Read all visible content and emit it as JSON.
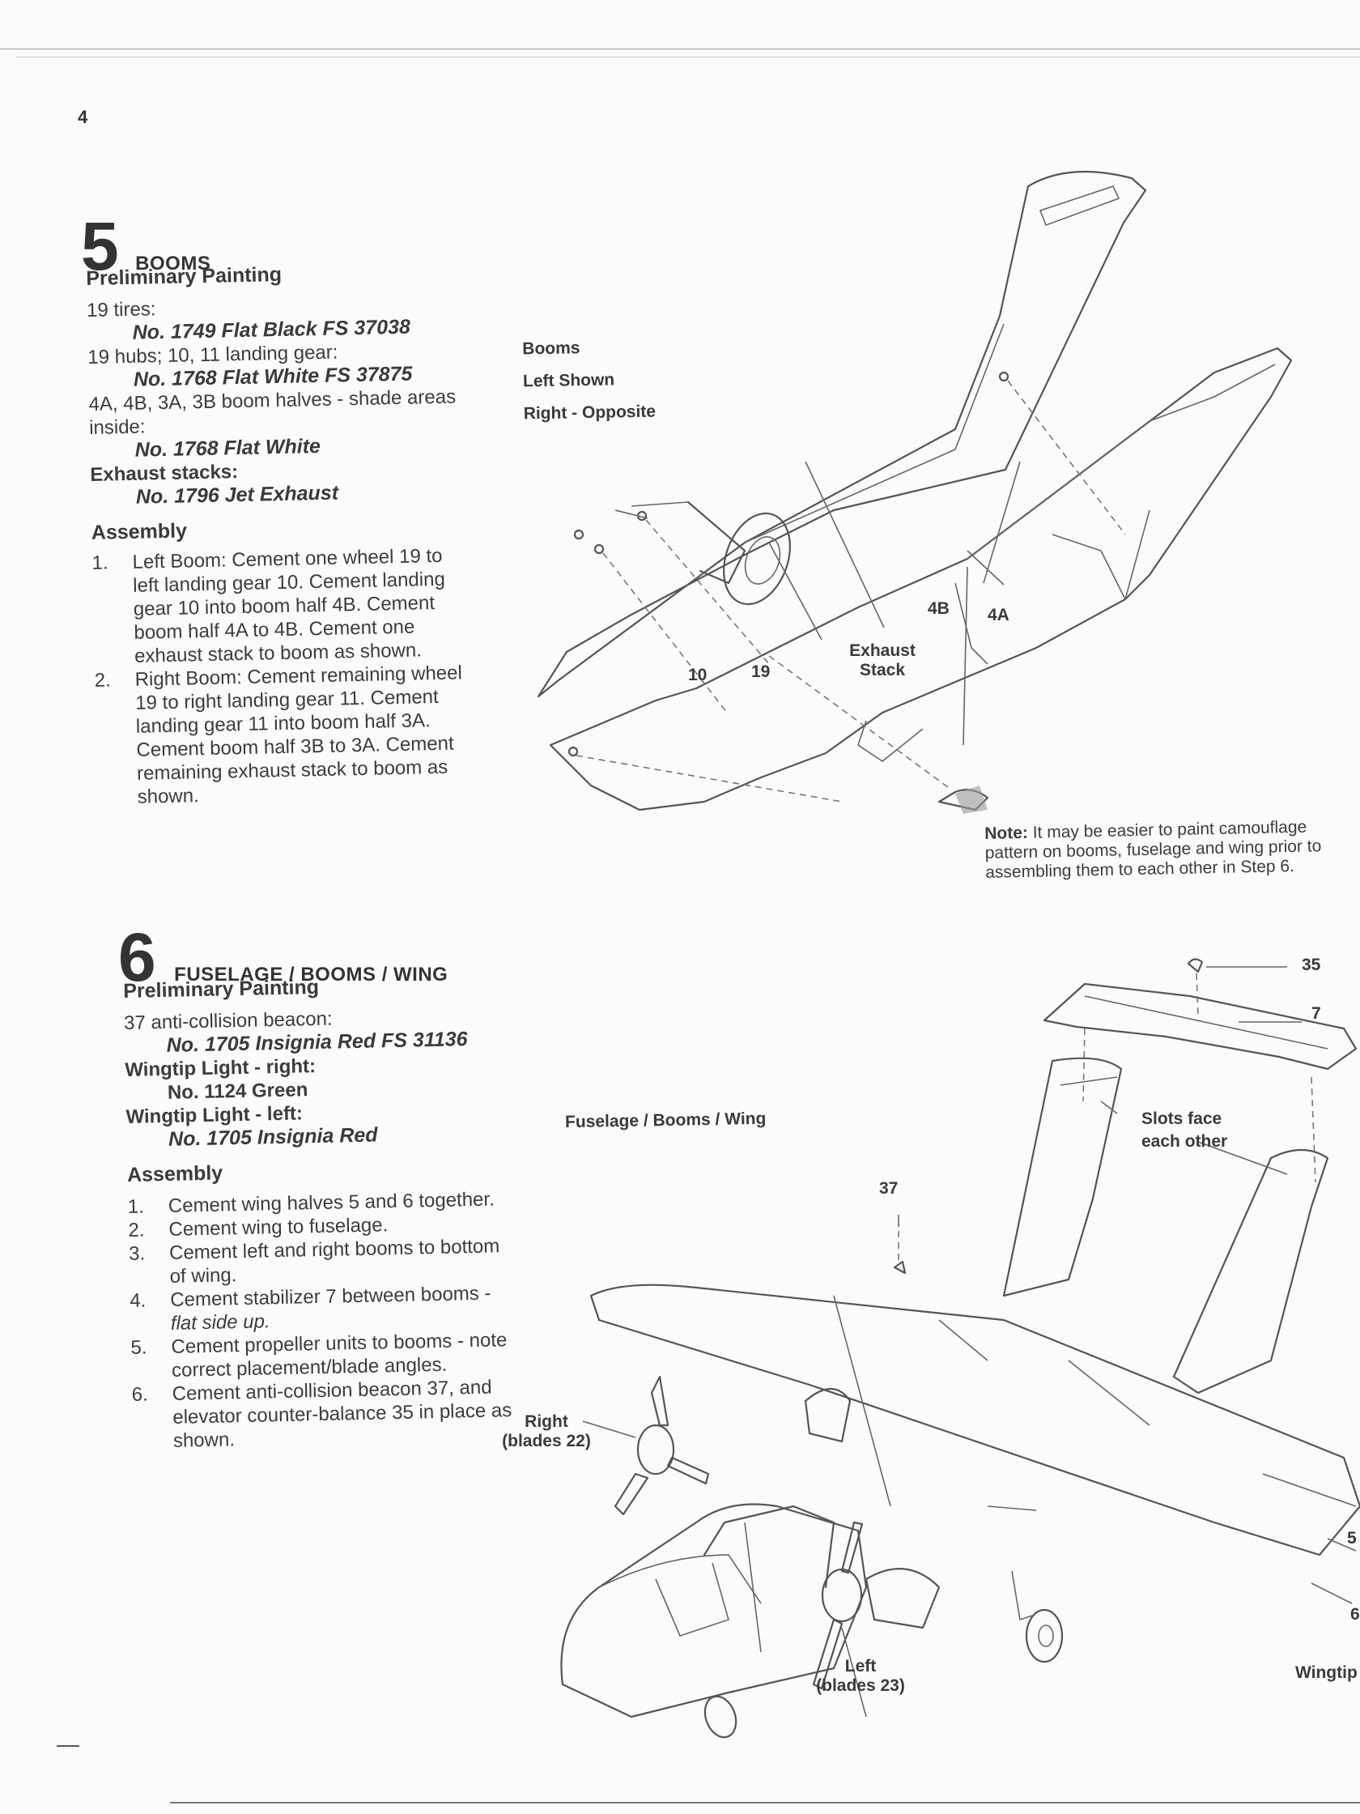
{
  "page": {
    "number": "4"
  },
  "step5": {
    "number": "5",
    "title": "BOOMS",
    "painting_heading": "Preliminary Painting",
    "paint": [
      {
        "item": "19 tires:",
        "color": "No. 1749 Flat Black FS 37038"
      },
      {
        "item": "19 hubs; 10, 11 landing gear:",
        "color": "No. 1768 Flat White FS 37875"
      },
      {
        "item": "4A, 4B, 3A, 3B boom halves - shade areas",
        "item2": "inside:",
        "color": "No. 1768 Flat White"
      },
      {
        "item": "Exhaust stacks:",
        "color": "No. 1796 Jet Exhaust"
      }
    ],
    "assembly_heading": "Assembly",
    "steps": [
      {
        "n": "1.",
        "lines": [
          "Left Boom:  Cement one wheel 19 to",
          "left landing gear 10.  Cement landing",
          "gear 10 into boom half 4B.  Cement",
          "boom half 4A to 4B.  Cement one",
          "exhaust stack to boom as shown."
        ]
      },
      {
        "n": "2.",
        "lines": [
          "Right Boom:  Cement remaining wheel",
          "19 to right landing gear 11.  Cement",
          "landing gear 11 into boom half 3A.",
          "Cement boom half 3B to 3A.  Cement",
          "remaining exhaust stack to boom as",
          "shown."
        ]
      }
    ],
    "diagram_caption": [
      "Booms",
      "Left Shown",
      "Right - Opposite"
    ],
    "callouts": {
      "c4b": "4B",
      "c4a": "4A",
      "c10": "10",
      "c19": "19",
      "exhaust1": "Exhaust",
      "exhaust2": "Stack"
    },
    "note_label": "Note:",
    "note_lines": [
      "It may be easier to paint camouflage",
      "pattern on booms, fuselage and wing prior to",
      "assembling them to each other in Step 6."
    ]
  },
  "step6": {
    "number": "6",
    "title": "FUSELAGE / BOOMS / WING",
    "painting_heading": "Preliminary Painting",
    "paint": [
      {
        "item": "37 anti-collision beacon:",
        "color": "No. 1705 Insignia Red FS 31136"
      },
      {
        "item": "Wingtip Light - right:",
        "color": "No. 1124 Green"
      },
      {
        "item": "Wingtip Light - left:",
        "color": "No. 1705 Insignia Red"
      }
    ],
    "assembly_heading": "Assembly",
    "steps": [
      {
        "n": "1.",
        "lines": [
          "Cement wing halves 5 and 6 together."
        ]
      },
      {
        "n": "2.",
        "lines": [
          "Cement wing to fuselage."
        ]
      },
      {
        "n": "3.",
        "lines": [
          "Cement left and right booms to bottom",
          "of wing."
        ]
      },
      {
        "n": "4.",
        "lines": [
          "Cement stabilizer 7 between booms -",
          "flat side up."
        ]
      },
      {
        "n": "5.",
        "lines": [
          "Cement propeller units to booms - note",
          "correct placement/blade angles."
        ]
      },
      {
        "n": "6.",
        "lines": [
          "Cement anti-collision beacon 37, and",
          "elevator counter-balance 35 in place as",
          "shown."
        ]
      }
    ],
    "diagram_caption": "Fuselage / Booms / Wing",
    "callouts": {
      "c35": "35",
      "c7": "7",
      "c37": "37",
      "c5": "5",
      "c6": "6",
      "slots1": "Slots face",
      "slots2": "each other",
      "right1": "Right",
      "right2": "(blades 22)",
      "left1": "Left",
      "left2": "(blades 23)",
      "wingtip": "Wingtip"
    }
  }
}
